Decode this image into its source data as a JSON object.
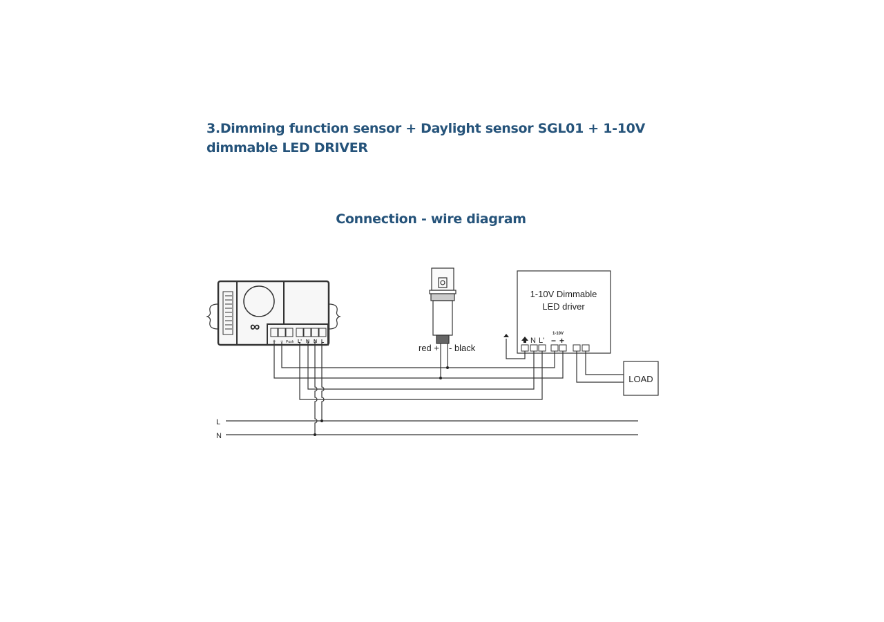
{
  "heading": "3.Dimming function sensor + Daylight sensor SGL01 + 1-10V dimmable LED DRIVER",
  "subheading": "Connection - wire diagram",
  "diagram": {
    "sensor_terminals": [
      "+",
      "−",
      "Push",
      "L'",
      "N",
      "N",
      "L"
    ],
    "daylight_sensor": {
      "red_label": "red +",
      "black_label": "- black"
    },
    "driver": {
      "line1": "1-10V Dimmable",
      "line2": "LED driver",
      "terminals": [
        "N",
        "L'"
      ],
      "dim_label": "1-10V",
      "dim_minus": "−",
      "dim_plus": "+"
    },
    "load_label": "LOAD",
    "mains": {
      "L": "L",
      "N": "N"
    }
  }
}
